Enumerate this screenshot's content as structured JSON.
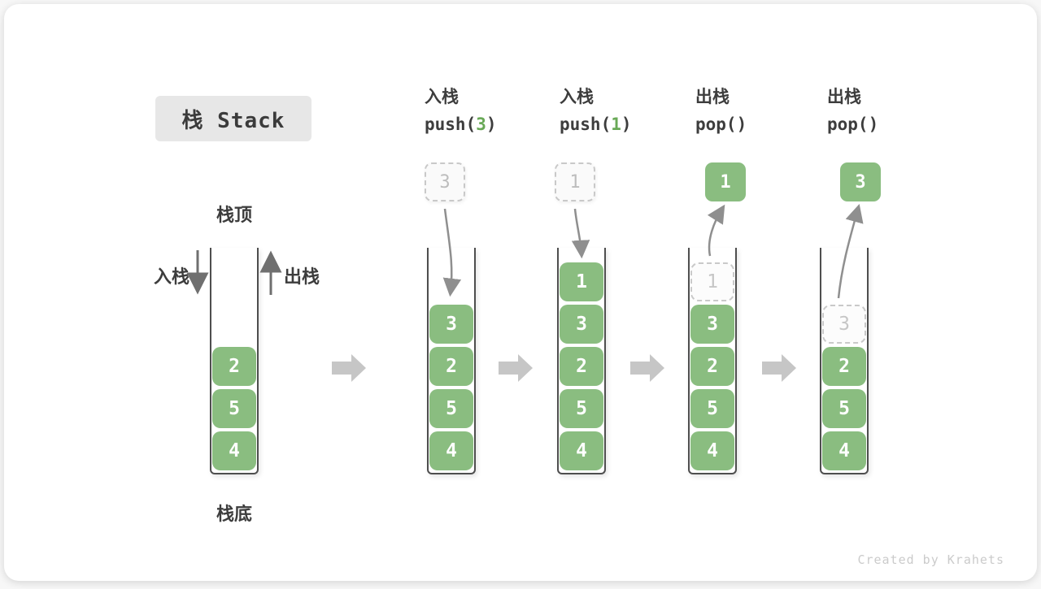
{
  "title": "栈 Stack",
  "watermark": "Created by Krahets",
  "colors": {
    "box_green": "#8abd80",
    "code_arg_green": "#69a957",
    "step_arrow_gray": "#c6c6c6",
    "flow_arrow_gray": "#8f8f8f",
    "dark_text": "#3d3d3d"
  },
  "legend": {
    "stack_top": "栈顶",
    "stack_bottom": "栈底",
    "push": "入栈",
    "pop": "出栈"
  },
  "initial_stack": {
    "items": [
      "2",
      "5",
      "4"
    ]
  },
  "steps": [
    {
      "op": "入栈",
      "code_pre": "push(",
      "code_arg": "3",
      "code_post": ")",
      "staging_value": "3",
      "items": [
        "3",
        "2",
        "5",
        "4"
      ]
    },
    {
      "op": "入栈",
      "code_pre": "push(",
      "code_arg": "1",
      "code_post": ")",
      "staging_value": "1",
      "items": [
        "1",
        "3",
        "2",
        "5",
        "4"
      ]
    },
    {
      "op": "出栈",
      "code_pre": "pop()",
      "code_arg": "",
      "code_post": "",
      "popped_value": "1",
      "ghost_value": "1",
      "items": [
        "3",
        "2",
        "5",
        "4"
      ]
    },
    {
      "op": "出栈",
      "code_pre": "pop()",
      "code_arg": "",
      "code_post": "",
      "popped_value": "3",
      "ghost_value": "3",
      "items": [
        "2",
        "5",
        "4"
      ]
    }
  ]
}
